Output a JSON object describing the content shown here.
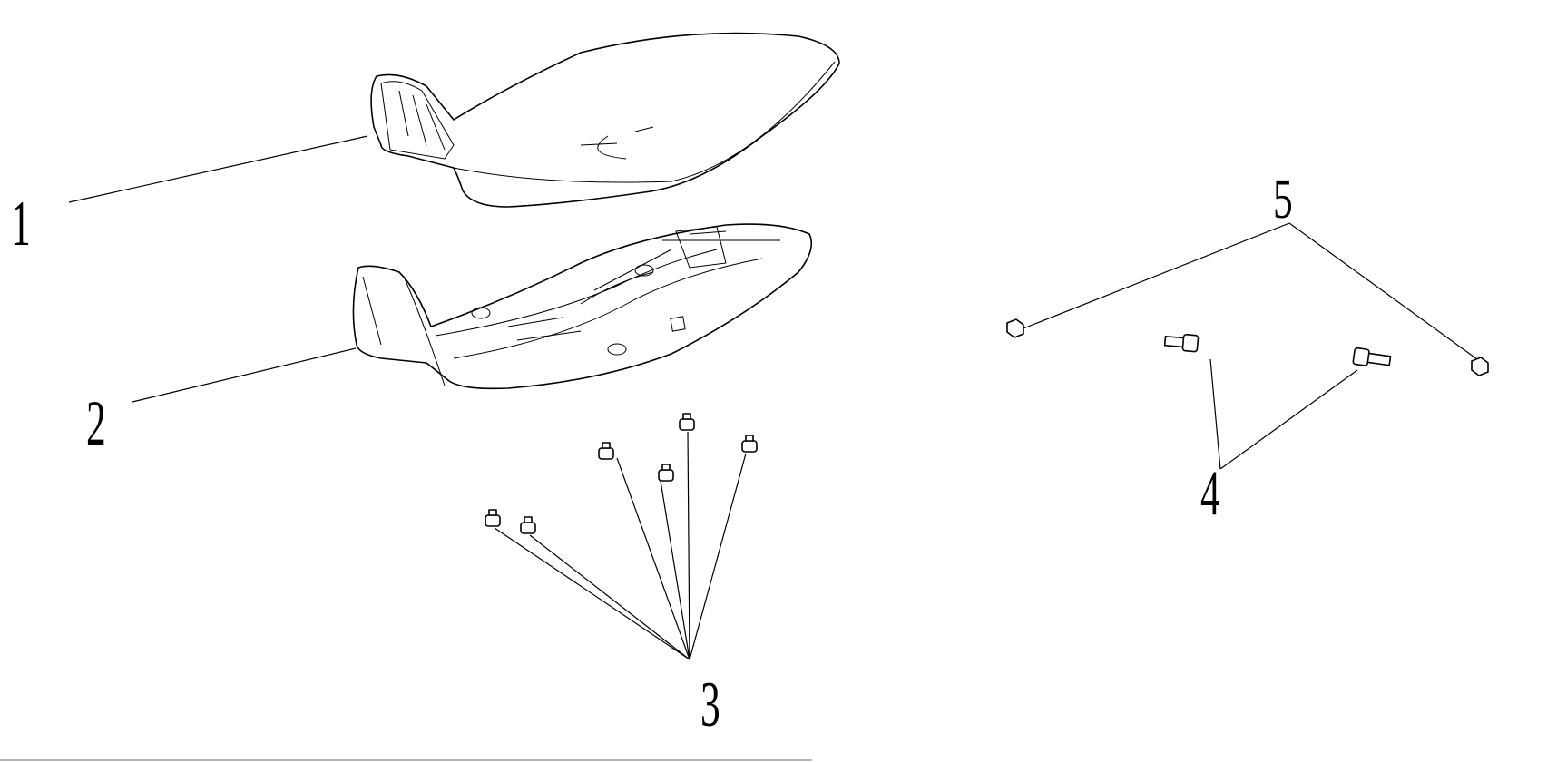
{
  "diagram": {
    "callouts": [
      {
        "id": "1",
        "part": "seat-cover"
      },
      {
        "id": "2",
        "part": "seat-base"
      },
      {
        "id": "3",
        "part": "rubber-bumper"
      },
      {
        "id": "4",
        "part": "bolt"
      },
      {
        "id": "5",
        "part": "nut"
      }
    ]
  }
}
